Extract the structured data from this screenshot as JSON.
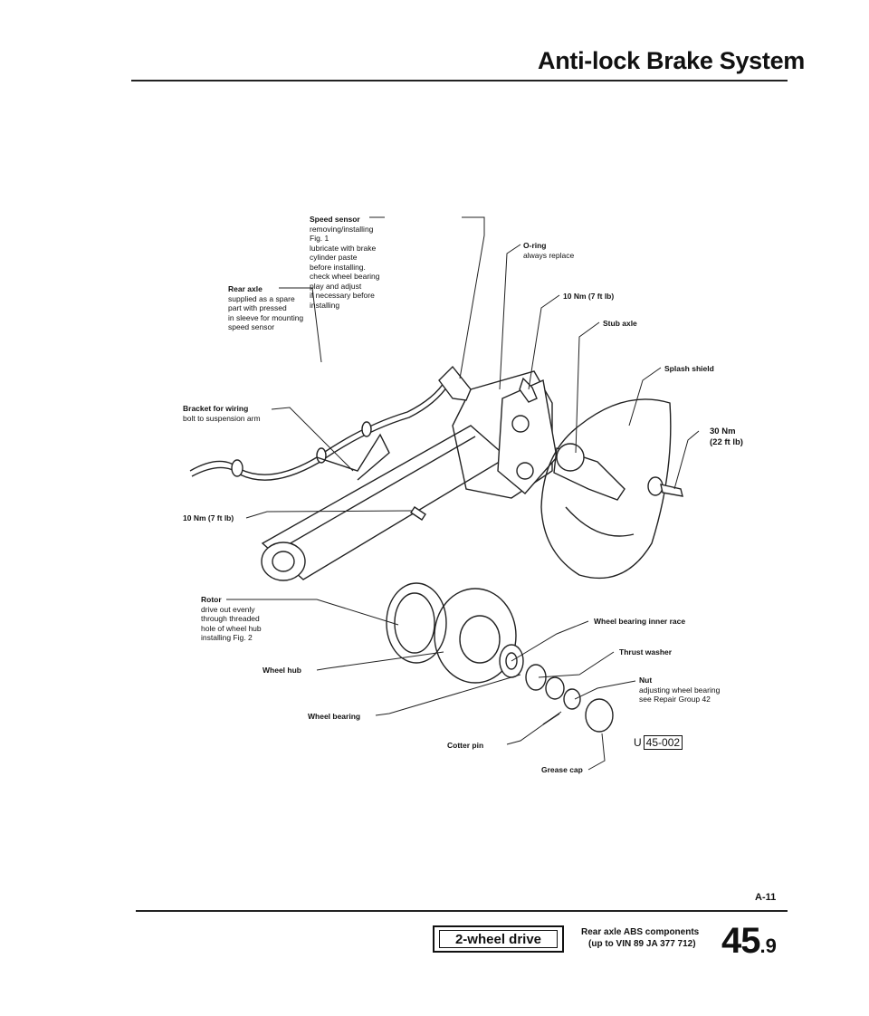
{
  "header": {
    "title": "Anti-lock Brake System"
  },
  "diagram": {
    "labels": {
      "speed_sensor": {
        "title": "Speed sensor",
        "lines": [
          "removing/installing",
          "Fig. 1",
          "lubricate with brake",
          "cylinder paste",
          "before installing.",
          "check wheel bearing",
          "play and adjust",
          "if necessary before",
          "installing"
        ]
      },
      "rear_axle": {
        "title": "Rear axle",
        "lines": [
          "supplied as a spare",
          "part with pressed",
          "in sleeve for mounting",
          "speed sensor"
        ]
      },
      "o_ring": {
        "title": "O-ring",
        "lines": [
          "always replace"
        ]
      },
      "torque_10nm_upper": {
        "title": "10 Nm (7 ft lb)"
      },
      "stub_axle": {
        "title": "Stub axle"
      },
      "splash_shield": {
        "title": "Splash shield"
      },
      "bracket": {
        "title": "Bracket for wiring",
        "lines": [
          "bolt to suspension arm"
        ]
      },
      "torque_30nm": {
        "title": "30 Nm",
        "lines": [
          "(22 ft lb)"
        ]
      },
      "torque_10nm_lower": {
        "title": "10 Nm (7 ft lb)"
      },
      "rotor": {
        "title": "Rotor",
        "lines": [
          "drive out evenly",
          "through threaded",
          "hole of wheel hub",
          "installing Fig. 2"
        ]
      },
      "wheel_bearing_inner_race": {
        "title": "Wheel bearing inner race"
      },
      "thrust_washer": {
        "title": "Thrust washer"
      },
      "wheel_hub": {
        "title": "Wheel hub"
      },
      "nut": {
        "title": "Nut",
        "lines": [
          "adjusting wheel bearing",
          "see Repair Group 42"
        ]
      },
      "wheel_bearing": {
        "title": "Wheel bearing"
      },
      "cotter_pin": {
        "title": "Cotter pin"
      },
      "grease_cap": {
        "title": "Grease cap"
      }
    },
    "figure_code": {
      "prefix": "U",
      "code": "45-002"
    }
  },
  "footer": {
    "page_code": "A-11",
    "tag": "2-wheel drive",
    "caption_line1": "Rear axle ABS components",
    "caption_line2": "(up to VIN 89 JA 377 712)",
    "section_number": "45",
    "section_sub": ".9"
  }
}
